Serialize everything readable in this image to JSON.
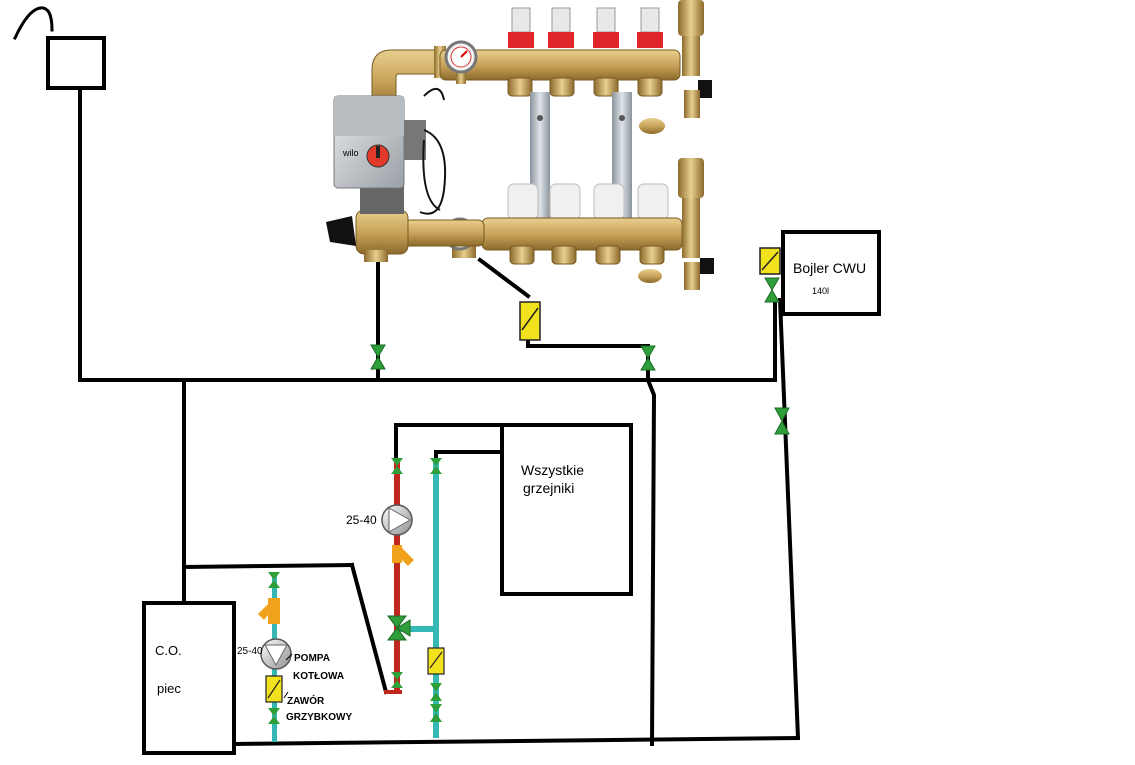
{
  "labels": {
    "boiler_cwu": "Bojler CWU",
    "boiler_capacity": "140l",
    "radiators_line1": "Wszystkie",
    "radiators_line2": "grzejniki",
    "furnace_line1": "C.O.",
    "furnace_line2": "piec",
    "pump_upper_model": "25-40",
    "pump_lower_model": "25-40",
    "boiler_pump_line1": "POMPA",
    "boiler_pump_line2": "KOTŁOWA",
    "mushroom_valve_line1": "ZAWÓR",
    "mushroom_valve_line2": "GRZYBKOWY",
    "pump_brand": "wilo"
  },
  "colors": {
    "pipe_black": "#000000",
    "valve_green": "#2e9e3a",
    "valve_yellow": "#f2e11d",
    "filter_orange": "#f0a21c",
    "supply_red": "#c0281e",
    "return_cyan": "#35b8b4",
    "brass": "#c9a45a",
    "cap_red": "#e0262a"
  },
  "icons": [
    "expansion-tank-icon",
    "manifold-icon",
    "circulation-pump-icon",
    "ball-valve-icon",
    "check-valve-icon",
    "y-strainer-icon",
    "three-way-valve-icon",
    "thermometer-icon"
  ]
}
